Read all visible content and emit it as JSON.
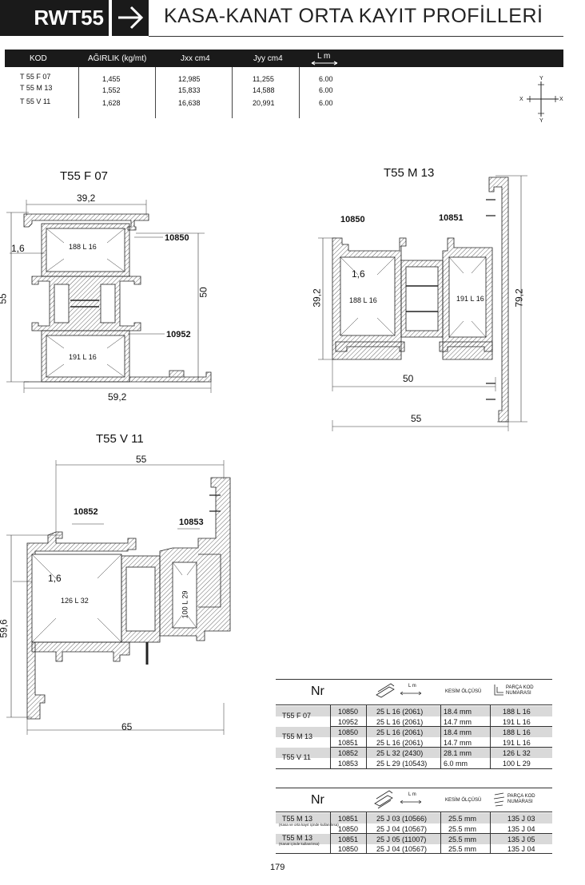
{
  "header": {
    "code": "RWT55",
    "title": "KASA-KANAT ORTA KAYIT PROFİLLERİ"
  },
  "spec_table": {
    "headers": [
      "KOD",
      "AĞIRLIK (kg/mt)",
      "Jxx  cm4",
      "Jyy  cm4",
      "L  m"
    ],
    "rows": [
      [
        "T 55 F 07",
        "1,455",
        "12,985",
        "11,255",
        "6.00"
      ],
      [
        "T 55 M 13",
        "1,552",
        "15,833",
        "14,588",
        "6.00"
      ],
      [
        "T 55 V 11",
        "1,628",
        "16,638",
        "20,991",
        "6.00"
      ]
    ]
  },
  "axes": {
    "y_top": "Y",
    "y_bottom": "Y",
    "x_left": "X",
    "x_right": "X"
  },
  "profiles": {
    "f07": {
      "title": "T55 F 07",
      "part_top": "10850",
      "part_bottom": "10952",
      "chamber_top": "188 L 16",
      "chamber_bottom": "191 L 16",
      "dim_top": "39,2",
      "dim_wall": "1,6",
      "dim_left": "55",
      "dim_right": "50",
      "dim_bottom": "59,2"
    },
    "m13": {
      "title": "T55 M 13",
      "part_left": "10850",
      "part_right": "10851",
      "chamber_left": "188 L 16",
      "chamber_right": "191 L 16",
      "dim_wall": "1,6",
      "dim_left": "39,2",
      "dim_right": "79,2",
      "dim_mid": "50",
      "dim_bottom": "55"
    },
    "v11": {
      "title": "T55 V 11",
      "part_left": "10852",
      "part_right": "10853",
      "chamber_left": "126 L 32",
      "chamber_right": "100 L 29",
      "dim_wall": "1,6",
      "dim_top": "55",
      "dim_left": "59,6",
      "dim_bottom": "65"
    }
  },
  "cut_table_1": {
    "nr": "Nr",
    "lm": "L  m",
    "cut_header": "KESİM ÖLÇÜSÜ",
    "part_header": "PARÇA KOD NUMARASI",
    "groups": [
      "T55 F 07",
      "T55 M 13",
      "T55 V 11"
    ],
    "rows": [
      [
        "10850",
        "25 L 16 (2061)",
        "18.4 mm",
        "188 L 16"
      ],
      [
        "10952",
        "25 L 16 (2061)",
        "14.7 mm",
        "191 L 16"
      ],
      [
        "10850",
        "25 L 16 (2061)",
        "18.4 mm",
        "188 L 16"
      ],
      [
        "10851",
        "25 L 16 (2061)",
        "14.7 mm",
        "191 L 16"
      ],
      [
        "10852",
        "25 L 32 (2430)",
        "28.1 mm",
        "126 L 32"
      ],
      [
        "10853",
        "25 L 29 (10543)",
        "6.0 mm",
        "100 L 29"
      ]
    ]
  },
  "cut_table_2": {
    "nr": "Nr",
    "lm": "L  m",
    "cut_header": "KESİM ÖLÇÜSÜ",
    "part_header": "PARÇA KOD NUMARASI",
    "groups": [
      {
        "name": "T55 M 13",
        "note": "(Kasa ve orta kayıt içinde kullanılırsa)"
      },
      {
        "name": "T55 M 13",
        "note": "(Kanat içinde kullanılırsa)"
      }
    ],
    "rows": [
      [
        "10851",
        "25 J 03 (10566)",
        "25.5 mm",
        "135 J 03"
      ],
      [
        "10850",
        "25 J 04 (10567)",
        "25.5 mm",
        "135 J 04"
      ],
      [
        "10851",
        "25 J 05 (11007)",
        "25.5 mm",
        "135 J 05"
      ],
      [
        "10850",
        "25 J 04 (10567)",
        "25.5 mm",
        "135 J 04"
      ]
    ]
  },
  "page_number": "179"
}
